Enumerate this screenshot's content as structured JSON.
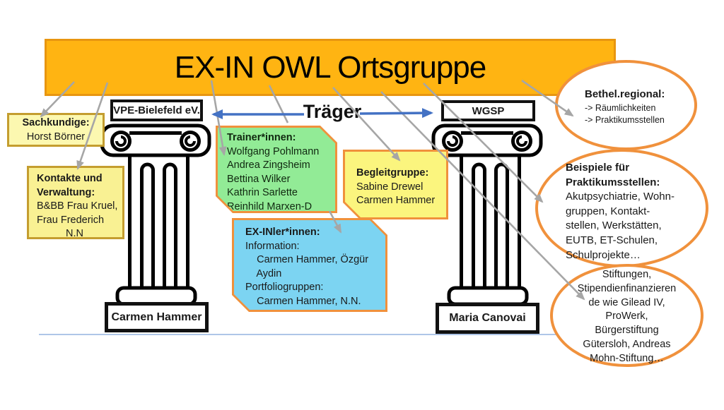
{
  "banner": {
    "title": "EX-IN OWL Ortsgruppe"
  },
  "traeger_label": "Träger",
  "columns": {
    "left": {
      "top_label": "VPE-Bielefeld eV.",
      "bottom_label": "Carmen Hammer"
    },
    "right": {
      "top_label": "WGSP",
      "bottom_label": "Maria Canovai"
    }
  },
  "boxes": {
    "sachkundige": {
      "title": "Sachkundige:",
      "lines": [
        "Horst Börner"
      ]
    },
    "kontakte": {
      "title_lines": [
        "Kontakte und",
        "Verwaltung:"
      ],
      "lines": [
        "B&BB Frau Kruel,",
        "Frau Frederich",
        "N.N"
      ]
    },
    "trainer": {
      "title": "Trainer*innen:",
      "lines": [
        "Wolfgang Pohlmann",
        "Andrea Zingsheim",
        "Bettina Wilker",
        "Kathrin Sarlette",
        "Reinhild Marxen-D"
      ]
    },
    "begleitgruppe": {
      "title": "Begleitgruppe:",
      "lines": [
        "Sabine Drewel",
        "Carmen Hammer"
      ]
    },
    "exinler": {
      "title": "EX-INler*innen:",
      "lines": [
        "Information:",
        "    Carmen Hammer, Özgür",
        "    Aydin",
        "Portfoliogruppen:",
        "    Carmen Hammer, N.N."
      ]
    }
  },
  "ellipses": {
    "bethel": {
      "title": "Bethel.regional:",
      "lines": [
        "-> Räumlichkeiten",
        "-> Praktikumsstellen"
      ]
    },
    "beispiele": {
      "title_lines": [
        "Beispiele für",
        "Praktikumsstellen:"
      ],
      "lines": [
        "Akutpsychiatrie, Wohn-",
        "gruppen, Kontakt-",
        "stellen, Werkstätten,",
        "EUTB, ET-Schulen,",
        "Schulprojekte…"
      ]
    },
    "stiftungen": {
      "lines": [
        "Stiftungen,",
        "Stipendienfinanzieren",
        "de wie Gilead IV,",
        "ProWerk,",
        "Bürgerstiftung",
        "Gütersloh, Andreas",
        "Mohn-Stiftung…"
      ]
    }
  },
  "colors": {
    "banner_fill": "#FFB412",
    "banner_border": "#E89610",
    "orange_border": "#F0913C",
    "mustard_border": "#C49D2F",
    "yellow_fill_light": "#FCF8B0",
    "yellow_fill": "#F9F193",
    "yellow_fill_vivid": "#FBF57E",
    "green_fill": "#92EB96",
    "blue_fill": "#7CD4F2",
    "gray_arrow": "#A6A6A6",
    "blue_arrow": "#4472C4",
    "ground_line": "#AEC6E8"
  }
}
